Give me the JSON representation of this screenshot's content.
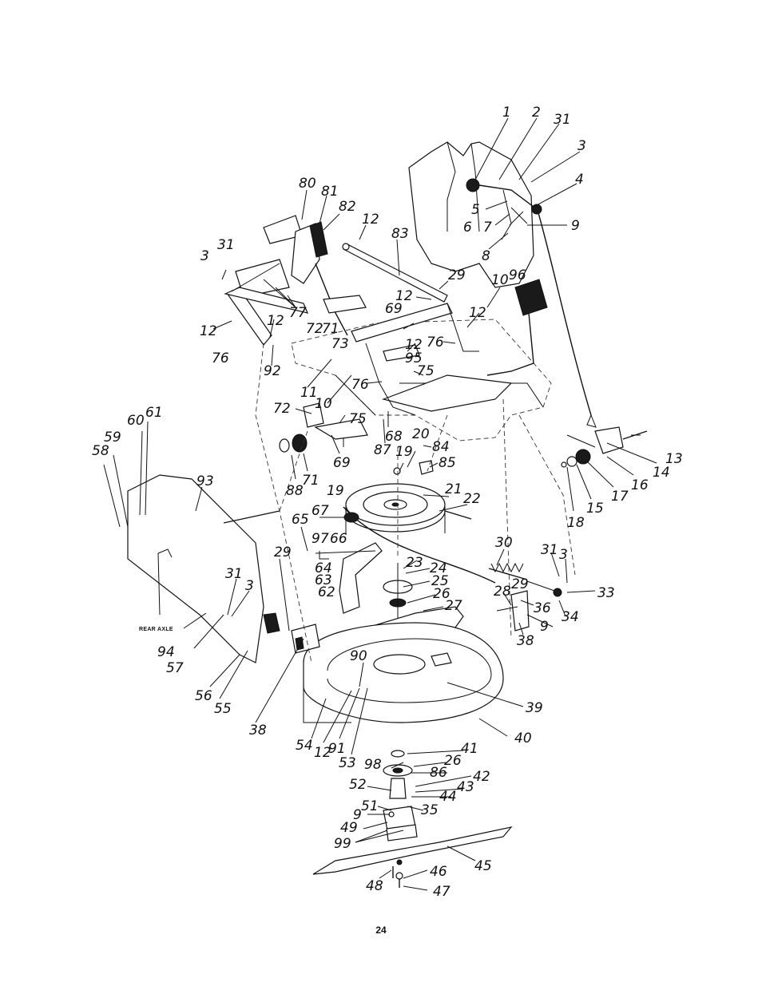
{
  "labels": {
    "l1": "1",
    "l2": "2",
    "l31a": "31",
    "l3a": "3",
    "l4": "4",
    "l5": "5",
    "l6": "6",
    "l7": "7",
    "l8": "8",
    "l9a": "9",
    "l80": "80",
    "l81": "81",
    "l82": "82",
    "l12a": "12",
    "l83": "83",
    "l3b": "3",
    "l31b": "31",
    "l77": "77",
    "l12b": "12",
    "l12c": "12",
    "l76a": "76",
    "l92": "92",
    "l72a": "72",
    "l71a": "71",
    "l73": "73",
    "l29a": "29",
    "l10a": "10",
    "l96": "96",
    "l12d": "12",
    "l69a": "69",
    "l12e": "12",
    "l12f": "12",
    "l76b": "76",
    "l95": "95",
    "l75a": "75",
    "l76c": "76",
    "l11": "11",
    "l10b": "10",
    "l72b": "72",
    "l75b": "75",
    "l68": "68",
    "l87": "87",
    "l20": "20",
    "l84": "84",
    "l19a": "19",
    "l85": "85",
    "l60": "60",
    "l61": "61",
    "l59": "59",
    "l58": "58",
    "l88": "88",
    "l71b": "71",
    "l69b": "69",
    "l93": "93",
    "l19b": "19",
    "l21": "21",
    "l22": "22",
    "l13": "13",
    "l14": "14",
    "l16": "16",
    "l17": "17",
    "l15": "15",
    "l18": "18",
    "l65": "65",
    "l67": "67",
    "l97": "97",
    "l66": "66",
    "l30": "30",
    "l29b": "29",
    "l64": "64",
    "l63": "63",
    "l62": "62",
    "l23": "23",
    "l24": "24",
    "l25": "25",
    "l26a": "26",
    "l27": "27",
    "l31c": "31",
    "l3c": "3",
    "l28": "28",
    "l29c": "29",
    "l33": "33",
    "l36": "36",
    "l34": "34",
    "l9b": "9",
    "l38a": "38",
    "l31d": "31",
    "l3d": "3",
    "l94": "94",
    "l57": "57",
    "l90": "90",
    "l39": "39",
    "l56": "56",
    "l55": "55",
    "l38b": "38",
    "l54": "54",
    "l12g": "12",
    "l91": "91",
    "l53": "53",
    "l40": "40",
    "l41": "41",
    "l26b": "26",
    "l98": "98",
    "l86": "86",
    "l42": "42",
    "l43": "43",
    "l52": "52",
    "l44": "44",
    "l51": "51",
    "l9c": "9",
    "l35": "35",
    "l49": "49",
    "l99": "99",
    "l45": "45",
    "l46": "46",
    "l48": "48",
    "l47": "47"
  },
  "rear_axle_label": "REAR AXLE",
  "page_number": "24"
}
